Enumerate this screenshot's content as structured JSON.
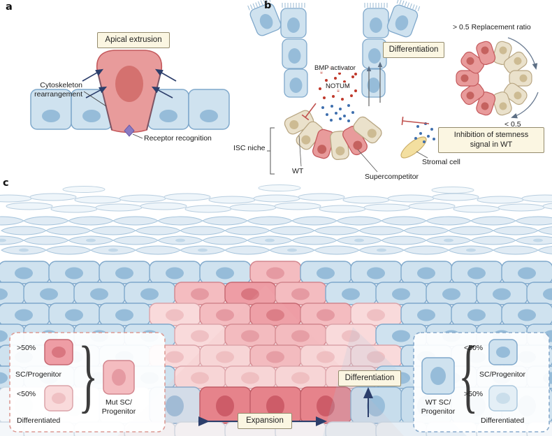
{
  "panels": {
    "a": "a",
    "b": "b",
    "c": "c"
  },
  "panel_a": {
    "title": "Apical extrusion",
    "cytoskeleton": "Cytoskeleton rearrangement",
    "receptor": "Receptor recognition"
  },
  "panel_b": {
    "differentiation": "Differentiation",
    "bmp": "BMP activator",
    "notum": "NOTUM",
    "isc_niche": "ISC niche",
    "wt": "WT",
    "supercompetitor": "Supercompetitor",
    "stromal": "Stromal cell",
    "ratio_high": "> 0.5 Replacement ratio",
    "ratio_low": "< 0.5",
    "inhibition": "Inhibition of stemness signal in WT"
  },
  "panel_c": {
    "differentiation": "Differentiation",
    "expansion": "Expansion",
    "legend_mut": {
      "gt50": ">50%",
      "sc": "SC/Progenitor",
      "lt50": "<50%",
      "diff": "Differentiated",
      "label": "Mut SC/ Progenitor",
      "brace": "}"
    },
    "legend_wt": {
      "lt50": "<50%",
      "sc": "SC/Progenitor",
      "gt50": ">50%",
      "diff": "Differentiated",
      "label": "WT SC/ Progenitor",
      "brace": "{"
    }
  },
  "colors": {
    "blue_cell": "#cfe2ef",
    "blue_stroke": "#7fa8cb",
    "pink_light": "#f9dadb",
    "pink_mid": "#f4bcc0",
    "pink_strong": "#ee9da5",
    "red_basal": "#e57b85",
    "beige_cell": "#eae1cb",
    "crypt_red": "#e89b9b",
    "stromal_yellow": "#f3dfa0",
    "bmp_dot_red": "#c0392b",
    "notum_dot_blue": "#3f6fae",
    "arrow_navy": "#2c3e6b",
    "inhibit_red": "#c0504d",
    "box_cream": "#fbf6e2"
  }
}
